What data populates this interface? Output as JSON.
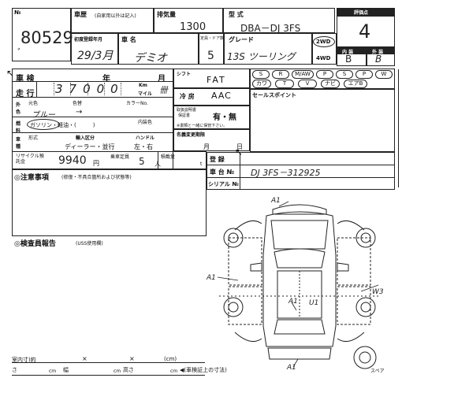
{
  "header": {
    "lot_label": "№",
    "lot_number": "80529",
    "history_label": "車歴",
    "history_note": "(自家用以外は記入)",
    "displacement_label": "排気量",
    "displacement_value": "1300",
    "model_label": "型 式",
    "model_value": "DBA－DJ 3FS",
    "score_label": "評価点",
    "score_value": "4",
    "first_reg_label": "初度登録年月",
    "first_reg_value": "29/3月",
    "name_label": "車 名",
    "name_value": "デミオ",
    "doors_label": "定員・ドア数",
    "doors_value": "5",
    "grade_label": "グレード",
    "grade_value": "13S ツーリング",
    "drive_2wd": "2WD",
    "drive_4wd": "4WD",
    "interior_label": "内 装",
    "interior_value": "B",
    "exterior_label": "外 装",
    "exterior_value": "B"
  },
  "left": {
    "inspection_label": "車 検",
    "year_label": "年",
    "month_label": "月",
    "mileage_label": "走 行",
    "mileage_value": "37000",
    "km_label": "Km",
    "mile_label": "マイル",
    "mileage_flag": "卌",
    "color_label": "外色",
    "color_sub": "元色",
    "color_sub2": "色替",
    "color_value": "ブルー",
    "color_no_label": "カラーNo.",
    "fuel_label": "燃料",
    "fuel_value": "ガソリン・軽油・(　　　)",
    "interior_color_label": "内装色",
    "shift_label": "シフト",
    "shift_value": "FAT",
    "ac_label": "冷 房",
    "ac_value": "AAC",
    "manual_label": "取扱説明書",
    "manual_sub": "保証書",
    "manual_value": "有・無",
    "manual_note": "※書類と一緒に保管下さい。",
    "vehicle_type_label": "車種",
    "type_sub": "形式",
    "import_label": "輸入区分",
    "import_value": "ディーラー・並行",
    "handle_label": "ハンドル",
    "handle_value": "左・右",
    "name_change_label": "名義変更期限",
    "name_change_month": "月",
    "name_change_day": "日",
    "recycle_label": "リサイクル預託金",
    "recycle_value": "9940",
    "recycle_unit": "円",
    "capacity_label": "乗車定員",
    "capacity_value": "5",
    "capacity_unit": "人",
    "load_label": "積載量",
    "load_unit": "t",
    "registration_label": "登 録",
    "chassis_label": "車 台 №",
    "chassis_value": "DJ 3FS－312925",
    "serial_label": "シリアル №"
  },
  "equipment": {
    "row1": [
      "S",
      "R",
      "M/AW",
      "P",
      "S",
      "P",
      "W"
    ],
    "row2": [
      "カワ",
      "T",
      "V",
      "ナビ",
      "エアB"
    ]
  },
  "sections": {
    "sales_point": "セールスポイント",
    "caution": "◎注意事項",
    "caution_sub": "(修復・不具合箇所および状態等)",
    "inspector": "◎検査員報告",
    "inspector_sub": "(USS使用欄)"
  },
  "bottom": {
    "inner_dim": "室内寸)約",
    "x1": "×",
    "x2": "×",
    "cm_paren": "(cm)",
    "length_label": "さ",
    "cm1": "cm",
    "width_label": "幅",
    "cm2": "cm",
    "height_label": "高さ",
    "cm3": "cm",
    "dim_note": "◀(車検証上の寸法)",
    "spare_label": "スペア"
  },
  "diagram": {
    "marks": [
      "A1",
      "A1",
      "W3",
      "A1",
      "U1",
      "A1"
    ]
  }
}
